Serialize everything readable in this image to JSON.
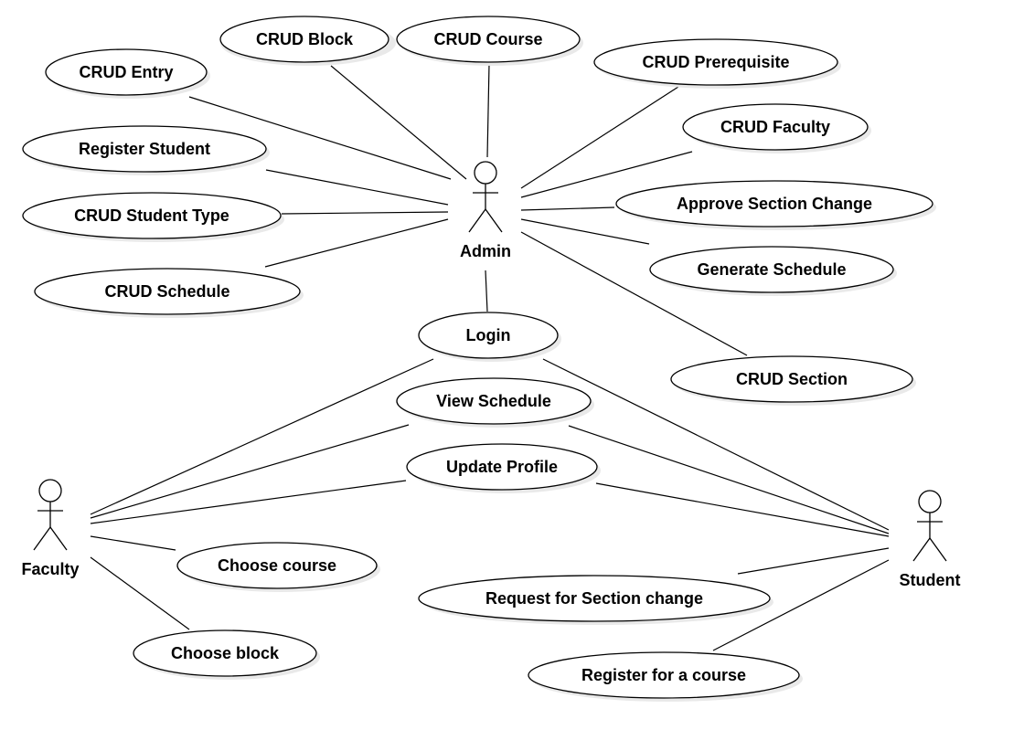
{
  "actors": {
    "admin": "Admin",
    "faculty": "Faculty",
    "student": "Student"
  },
  "use_cases": {
    "crud_block": "CRUD Block",
    "crud_course": "CRUD Course",
    "crud_entry": "CRUD Entry",
    "crud_prerequisite": "CRUD Prerequisite",
    "crud_faculty": "CRUD Faculty",
    "register_student": "Register Student",
    "approve_section_change": "Approve Section Change",
    "crud_student_type": "CRUD Student Type",
    "generate_schedule": "Generate Schedule",
    "crud_schedule": "CRUD Schedule",
    "login": "Login",
    "crud_section": "CRUD Section",
    "view_schedule": "View Schedule",
    "update_profile": "Update Profile",
    "choose_course": "Choose course",
    "request_section_change": "Request for Section change",
    "choose_block": "Choose block",
    "register_course": "Register for a course"
  }
}
